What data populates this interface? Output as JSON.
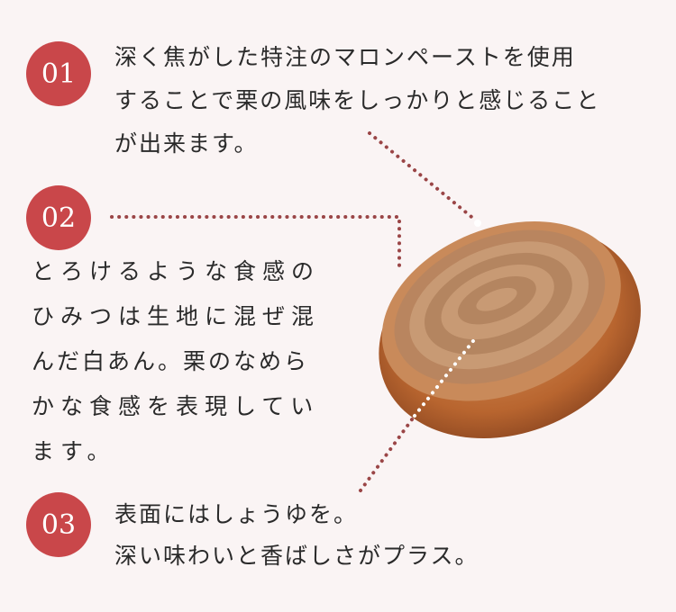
{
  "points": [
    {
      "number": "01",
      "lines": [
        "深く焦がした特注のマロンペーストを使用",
        "することで栗の風味をしっかりと感じること",
        "が出来ます。"
      ]
    },
    {
      "number": "02",
      "lines": [
        "とろけるような食感の",
        "ひみつは生地に混ぜ混",
        "んだ白あん。栗のなめら",
        "かな食感を表現してい",
        "ます。"
      ]
    },
    {
      "number": "03",
      "lines": [
        "表面にはしょうゆを。",
        "深い味わいと香ばしさがプラス。"
      ]
    }
  ],
  "colors": {
    "badge": "#c9474a",
    "background": "#faf4f4",
    "dots": "#9a4546"
  }
}
